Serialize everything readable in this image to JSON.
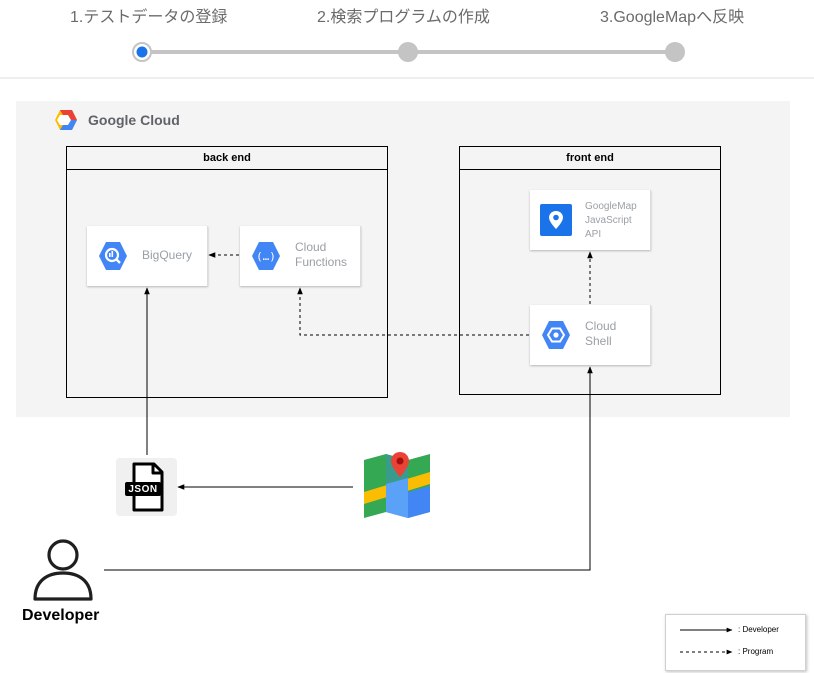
{
  "steps": [
    {
      "label": "1.テストデータの登録",
      "state": "current"
    },
    {
      "label": "2.検索プログラムの作成",
      "state": "pending"
    },
    {
      "label": "3.GoogleMapへ反映",
      "state": "pending"
    }
  ],
  "colors": {
    "current_step": "#1a73e8",
    "pending_step": "#c4c4c4",
    "panel_bg": "#f4f4f4",
    "gcp_blue": "#4285f4"
  },
  "cloud": {
    "title": "Google Cloud"
  },
  "groups": {
    "backend": {
      "title": "back end"
    },
    "frontend": {
      "title": "front end"
    }
  },
  "services": {
    "bigquery": {
      "label": "BigQuery",
      "icon": "bigquery-icon"
    },
    "cloud_functions": {
      "line1": "Cloud",
      "line2": "Functions",
      "icon": "cloud-functions-icon"
    },
    "googlemap_api": {
      "line1": "GoogleMap",
      "line2": "JavaScript",
      "line3": "API",
      "icon": "maps-api-icon"
    },
    "cloud_shell": {
      "line1": "Cloud",
      "line2": "Shell",
      "icon": "cloud-shell-icon"
    }
  },
  "json_file": {
    "label": "JSON",
    "icon": "json-file-icon"
  },
  "map_icon": {
    "icon": "google-maps-icon"
  },
  "developer": {
    "label": "Developer",
    "icon": "person-icon"
  },
  "legend": {
    "developer": ": Developer",
    "program": ": Program"
  }
}
